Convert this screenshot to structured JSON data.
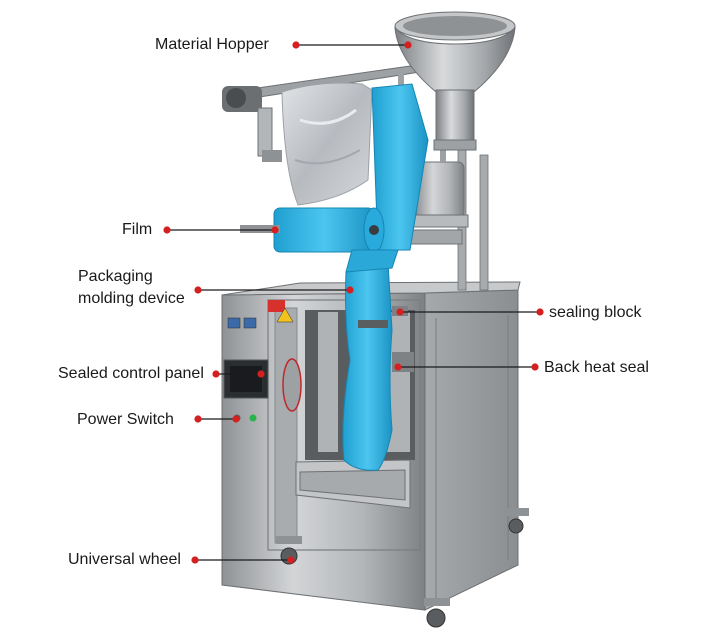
{
  "labels": {
    "material_hopper": "Material Hopper",
    "film": "Film",
    "packaging_molding_line1": "Packaging",
    "packaging_molding_line2": "molding device",
    "sealed_control_panel": "Sealed control panel",
    "power_switch": "Power Switch",
    "universal_wheel": "Universal wheel",
    "sealing_block": "sealing block",
    "back_heat_seal": "Back heat seal"
  },
  "colors": {
    "callout": "#d42020",
    "steel": "#b9bcbe",
    "steel_dark": "#8a8d90",
    "film_blue": "#33b6e6",
    "film_silver": "#c9ccd1"
  }
}
